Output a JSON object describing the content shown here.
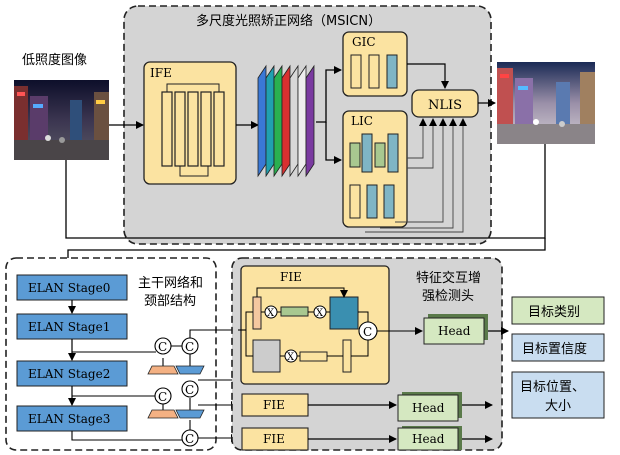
{
  "msicn": {
    "title": "多尺度光照矫正网络（MSICN）"
  },
  "input": {
    "label": "低照度图像"
  },
  "ife": {
    "label": "IFE"
  },
  "gic": {
    "label": "GIC"
  },
  "lic": {
    "label": "LIC"
  },
  "nlis": {
    "label": "NLIS"
  },
  "backbone": {
    "title_line1": "主干网络和",
    "title_line2": "颈部结构",
    "stages": [
      "ELAN Stage0",
      "ELAN Stage1",
      "ELAN Stage2",
      "ELAN Stage3"
    ],
    "concat_symbol": "C"
  },
  "head_section": {
    "title_line1": "特征交互增",
    "title_line2": "强检测头",
    "fie_label": "FIE",
    "mult_symbol": "X",
    "concat_symbol": "C",
    "fie_small": [
      "FIE",
      "FIE"
    ],
    "heads": [
      "Head",
      "Head",
      "Head"
    ]
  },
  "outputs": {
    "class_label": "目标类别",
    "confidence_label": "目标置信度",
    "position_line1": "目标位置、",
    "position_line2": "大小"
  },
  "colors": {
    "panel_gray": "#d4d4d4",
    "module_yellow": "#fbe3a1",
    "stage_blue": "#5b9bd5",
    "output_green": "#d5e8c1",
    "output_blue": "#c9ddf0",
    "bar_teal": "#7fb5c5",
    "bar_green": "#a8c890"
  }
}
